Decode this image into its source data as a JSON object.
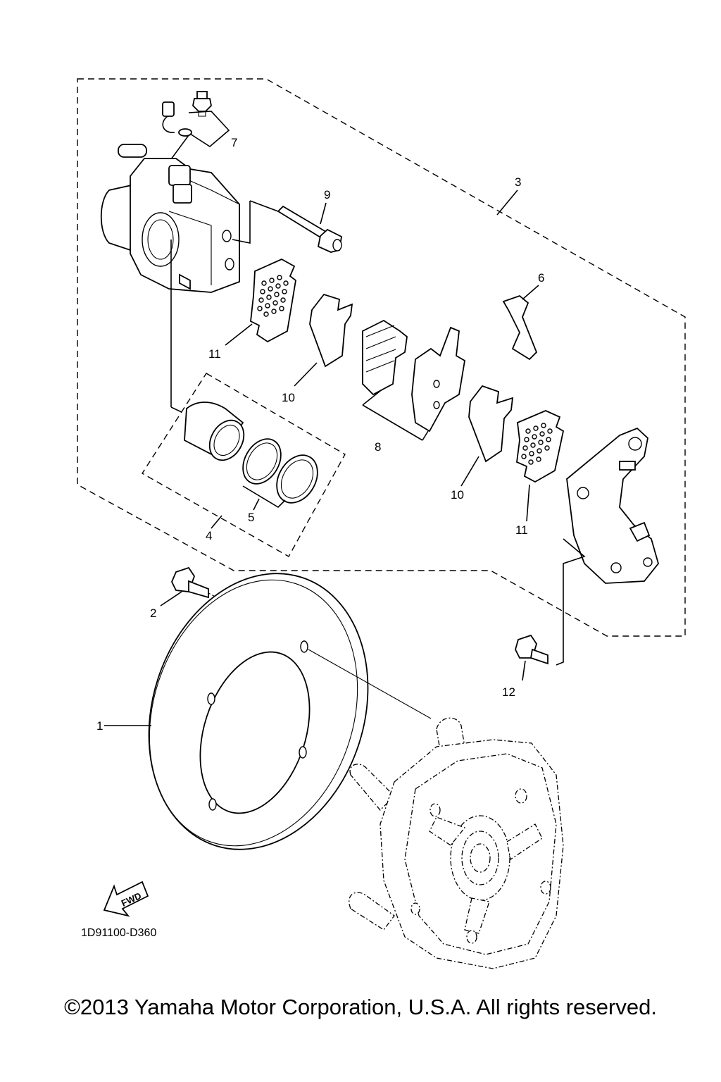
{
  "callouts": {
    "c1": "1",
    "c2": "2",
    "c3": "3",
    "c4": "4",
    "c5": "5",
    "c6": "6",
    "c7": "7",
    "c8": "8",
    "c9": "9",
    "c10a": "10",
    "c10b": "10",
    "c11a": "11",
    "c11b": "11",
    "c12": "12"
  },
  "fwd_label": "FWD",
  "diagram_code": "1D91100-D360",
  "copyright": "©2013 Yamaha Motor Corporation, U.S.A. All rights reserved."
}
